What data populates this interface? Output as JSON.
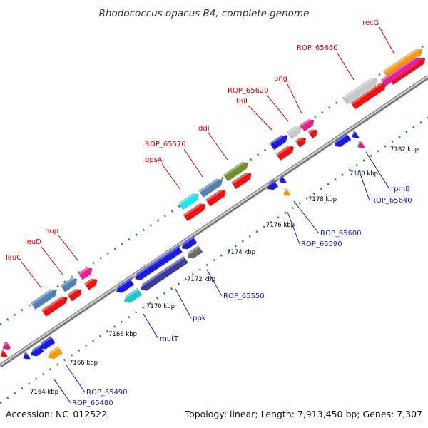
{
  "title": "Rhodococcus opacus B4, complete genome",
  "footer": {
    "accession": "Accession: NC_012522",
    "summary": "Topology: linear; Length: 7,913,450 bp; Genes: 7,307"
  },
  "colors": {
    "backbone": "#8a8a8a",
    "tick_dash": "#2a8a2a",
    "label_top": "#d40000",
    "label_bottom": "#1a1aa8",
    "gene_red": "#ee1111",
    "gene_steelblue": "#4f81b4",
    "gene_pink": "#e8208c",
    "gene_olive": "#6f8f2a",
    "gene_cyan": "#16e8ee",
    "gene_gray": "#c8c8c8",
    "gene_orange": "#ff9900",
    "gene_blue": "#1a1ae0",
    "gene_navy": "#3b3b9a",
    "gene_teal": "#20c8c8",
    "gene_dimgray": "#6a6a6a"
  },
  "top_strand_genes": [
    {
      "name": "leuC",
      "color": "gene_steelblue"
    },
    {
      "name": "leuD",
      "color": "gene_steelblue"
    },
    {
      "name": "hup",
      "color": "gene_pink"
    },
    {
      "name": "gpsA",
      "color": "gene_cyan"
    },
    {
      "name": "ROP_65570",
      "color": "gene_steelblue"
    },
    {
      "name": "ddl",
      "color": "gene_olive"
    },
    {
      "name": "thiL",
      "color": "gene_blue"
    },
    {
      "name": "ROP_65620",
      "color": "gene_gray"
    },
    {
      "name": "ung",
      "color": "gene_pink"
    },
    {
      "name": "ROP_65660",
      "color": "gene_gray"
    },
    {
      "name": "recG",
      "color": "gene_orange"
    }
  ],
  "bottom_strand_genes": [
    {
      "name": "ROP_65480",
      "color": "gene_blue"
    },
    {
      "name": "ROP_65490",
      "color": "gene_orange"
    },
    {
      "name": "mutT",
      "color": "gene_teal"
    },
    {
      "name": "ppk",
      "color": "gene_navy"
    },
    {
      "name": "ROP_65550",
      "color": "gene_dimgray"
    },
    {
      "name": "ROP_65590",
      "color": "gene_blue"
    },
    {
      "name": "ROP_65600",
      "color": "gene_orange"
    },
    {
      "name": "ROP_65640",
      "color": "gene_blue"
    },
    {
      "name": "rpmB",
      "color": "gene_pink"
    }
  ],
  "tick_labels": [
    "7164 kbp",
    "7166 kbp",
    "7168 kbp",
    "7170 kbp",
    "7172 kbp",
    "7174 kbp",
    "7176 kbp",
    "7178 kbp",
    "7180 kbp",
    "7182 kbp"
  ]
}
